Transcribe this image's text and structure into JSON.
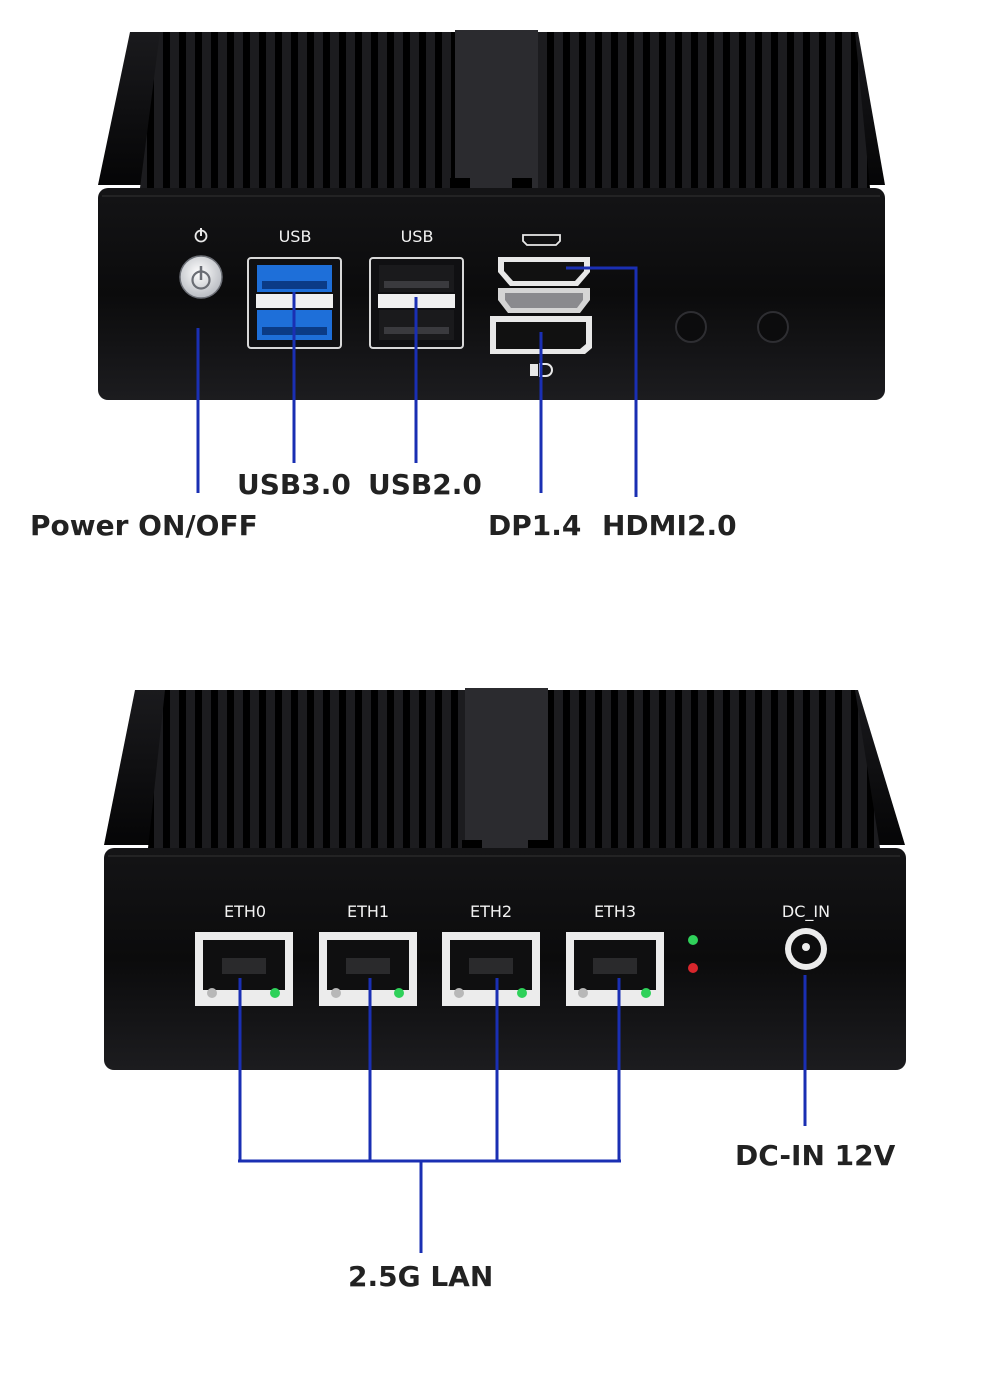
{
  "front_panel": {
    "power_glyph": "power-icon",
    "usb_a_label": "USB",
    "usb_b_label": "USB",
    "dp_glyph": "displayport-icon",
    "hdmi_glyph": "hdmi-icon"
  },
  "front_callouts": {
    "power": "Power ON/OFF",
    "usb3": "USB3.0",
    "usb2": "USB2.0",
    "dp": "DP1.4",
    "hdmi": "HDMI2.0"
  },
  "rear_panel": {
    "ports": [
      "ETH0",
      "ETH1",
      "ETH2",
      "ETH3"
    ],
    "dc_label": "DC_IN"
  },
  "rear_callouts": {
    "lan": "2.5G LAN",
    "dc": "DC-IN 12V"
  },
  "colors": {
    "callout_line": "#1a2fb3",
    "body": "#0d0d0f",
    "usb3_blue": "#1e6fd9",
    "led_green": "#2fd15a",
    "led_red": "#d8262c",
    "label_text": "#222222"
  }
}
